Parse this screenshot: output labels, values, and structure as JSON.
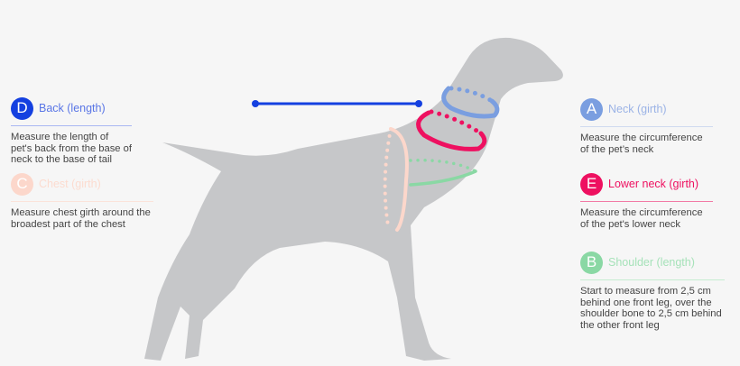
{
  "colors": {
    "back": "#1440e0",
    "chest": "#fcd7cb",
    "neck": "#7a9ee0",
    "lower_neck": "#ee1060",
    "shoulder": "#8ad8a4",
    "dog": "#c6c7c9"
  },
  "measurements": [
    {
      "letter": "D",
      "title": "Back (length)",
      "desc": "Measure the length of pet's back from the base of neck to the base of tail",
      "color": "#1440e0"
    },
    {
      "letter": "C",
      "title": "Chest (girth)",
      "desc": "Measure chest girth around the broadest part of the chest",
      "color": "#fcd7cb"
    },
    {
      "letter": "A",
      "title": "Neck (girth)",
      "desc": "Measure the circumference of the pet’s neck",
      "color": "#7a9ee0"
    },
    {
      "letter": "E",
      "title": "Lower neck (girth)",
      "desc": "Measure the circumference of the pet's lower neck",
      "color": "#ee1060"
    },
    {
      "letter": "B",
      "title": "Shoulder (length)",
      "desc": "Start to measure from 2,5 cm behind one front leg, over the shoulder bone to 2,5 cm behind the other front leg",
      "color": "#8ad8a4"
    }
  ]
}
